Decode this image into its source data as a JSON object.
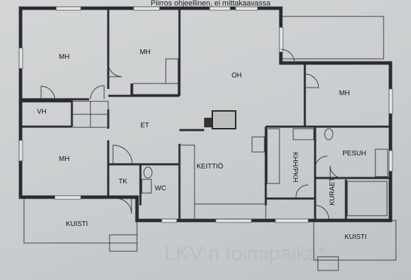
{
  "note": "Piirros ohjeellinen, ei mittakaavassa",
  "watermark": "LKV:n toimipaika*",
  "rooms": {
    "mh_top_left": "MH",
    "mh_top_middle": "MH",
    "oh": "OH",
    "mh_right": "MH",
    "vh": "VH",
    "et": "ET",
    "mh_bottom_left": "MH",
    "tk": "TK",
    "wc": "WC",
    "keittio": "KEITTIÖ",
    "khh_pkh": "KHH/PKH",
    "pesuh": "PESUH",
    "kuraet": "KURAET",
    "kuisti_left": "KUISTI",
    "kuisti_right": "KUISTI"
  }
}
